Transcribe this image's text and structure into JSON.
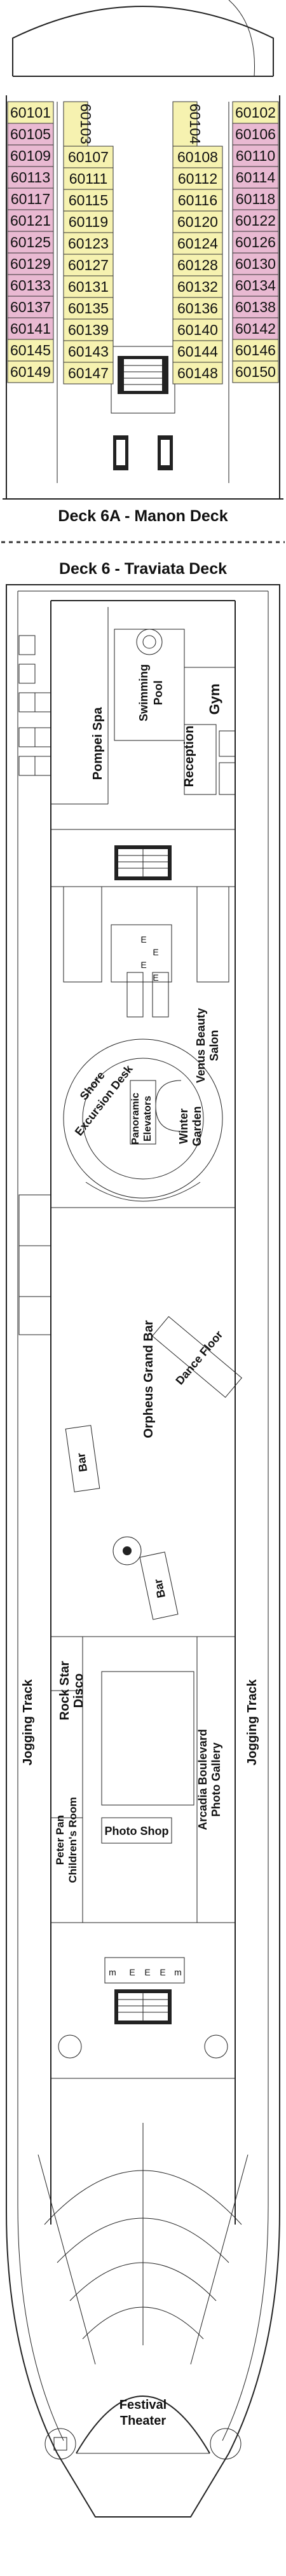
{
  "deck6a": {
    "title": "Deck 6A - Manon Deck",
    "cabins": {
      "col_a": [
        "60101",
        "60105",
        "60109",
        "60113",
        "60117",
        "60121",
        "60125",
        "60129",
        "60133",
        "60137",
        "60141",
        "60145",
        "60149"
      ],
      "col_b_top": "60103",
      "col_b": [
        "60107",
        "60111",
        "60115",
        "60119",
        "60123",
        "60127",
        "60131",
        "60135",
        "60139",
        "60143",
        "60147"
      ],
      "col_c_top": "60104",
      "col_c": [
        "60108",
        "60112",
        "60116",
        "60120",
        "60124",
        "60128",
        "60132",
        "60136",
        "60140",
        "60144",
        "60148"
      ],
      "col_d": [
        "60102",
        "60106",
        "60110",
        "60114",
        "60118",
        "60122",
        "60126",
        "60130",
        "60134",
        "60138",
        "60142",
        "60146",
        "60150"
      ]
    },
    "colors": {
      "pink": "#e9b9d2",
      "yellow": "#f6f2b0"
    }
  },
  "deck6": {
    "title": "Deck 6 - Traviata Deck",
    "labels": {
      "gym": "Gym",
      "pool_1": "Swimming",
      "pool_2": "Pool",
      "pompei": "Pompei Spa",
      "reception": "Reception",
      "venus_1": "Venus Beauty",
      "venus_2": "Salon",
      "shore_1": "Shore",
      "shore_2": "Excursion Desk",
      "elev_1": "Panoramic",
      "elev_2": "Elevators",
      "winter_1": "Winter",
      "winter_2": "Garden",
      "orpheus": "Orpheus Grand Bar",
      "dance": "Dance Floor",
      "bar_1": "Bar",
      "bar_2": "Bar",
      "rockstar_1": "Rock Star",
      "rockstar_2": "Disco",
      "peterpan_1": "Peter Pan",
      "peterpan_2": "Children's Room",
      "arcadia_1": "Arcadia Boulevard",
      "arcadia_2": "Photo Gallery",
      "photoshop": "Photo Shop",
      "jogging_left": "Jogging Track",
      "jogging_right": "Jogging Track",
      "festival_1": "Festival",
      "festival_2": "Theater",
      "elevator_mark": "E",
      "stair_mark": "m"
    }
  }
}
